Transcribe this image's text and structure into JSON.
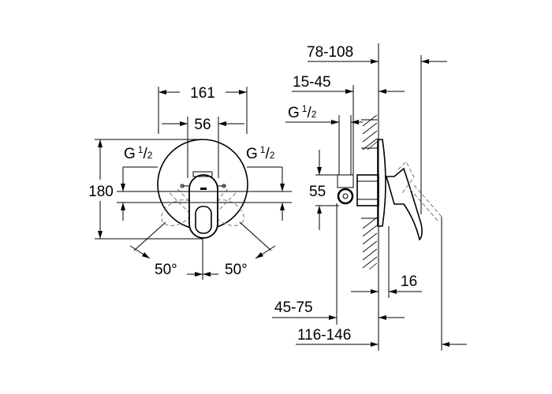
{
  "front_view": {
    "width_label": "161",
    "handle_width_label": "56",
    "height_label": "180",
    "thread_left": {
      "main": "G",
      "num": "1",
      "sep": "/",
      "den": "2"
    },
    "thread_right": {
      "main": "G",
      "num": "1",
      "sep": "/",
      "den": "2"
    },
    "angle_left": "50°",
    "angle_right": "50°"
  },
  "side_view": {
    "depth_total_label": "78-108",
    "depth_wall_label": "15-45",
    "thread": {
      "main": "G",
      "num": "1",
      "sep": "/",
      "den": "2"
    },
    "height_label": "55",
    "plate_label": "16",
    "depth_inlet_label": "45-75",
    "depth_handle_label": "116-146"
  }
}
